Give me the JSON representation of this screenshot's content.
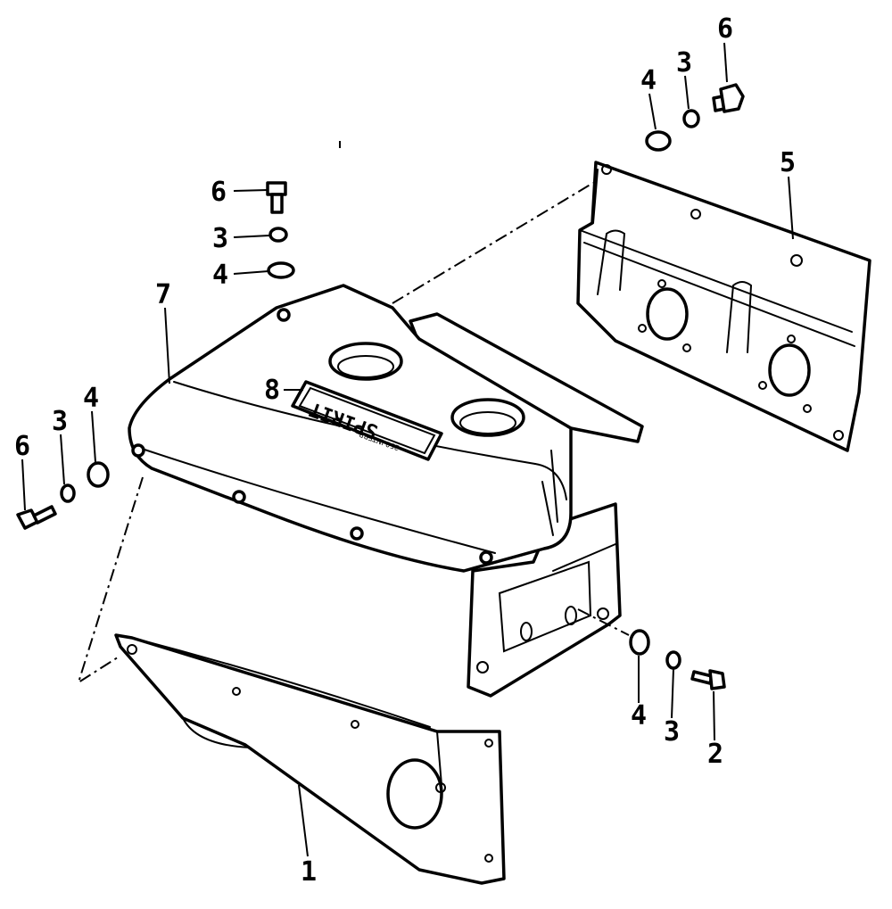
{
  "callouts": {
    "c1": "1",
    "c2": "2",
    "c3a": "3",
    "c3b": "3",
    "c3c": "3",
    "c3d": "3",
    "c4a": "4",
    "c4b": "4",
    "c4c": "4",
    "c4d": "4",
    "c5": "5",
    "c6a": "6",
    "c6b": "6",
    "c6c": "6",
    "c7": "7",
    "c8": "8"
  },
  "emblem": {
    "main": "SPIRIT",
    "sub": "250 INTERP"
  }
}
